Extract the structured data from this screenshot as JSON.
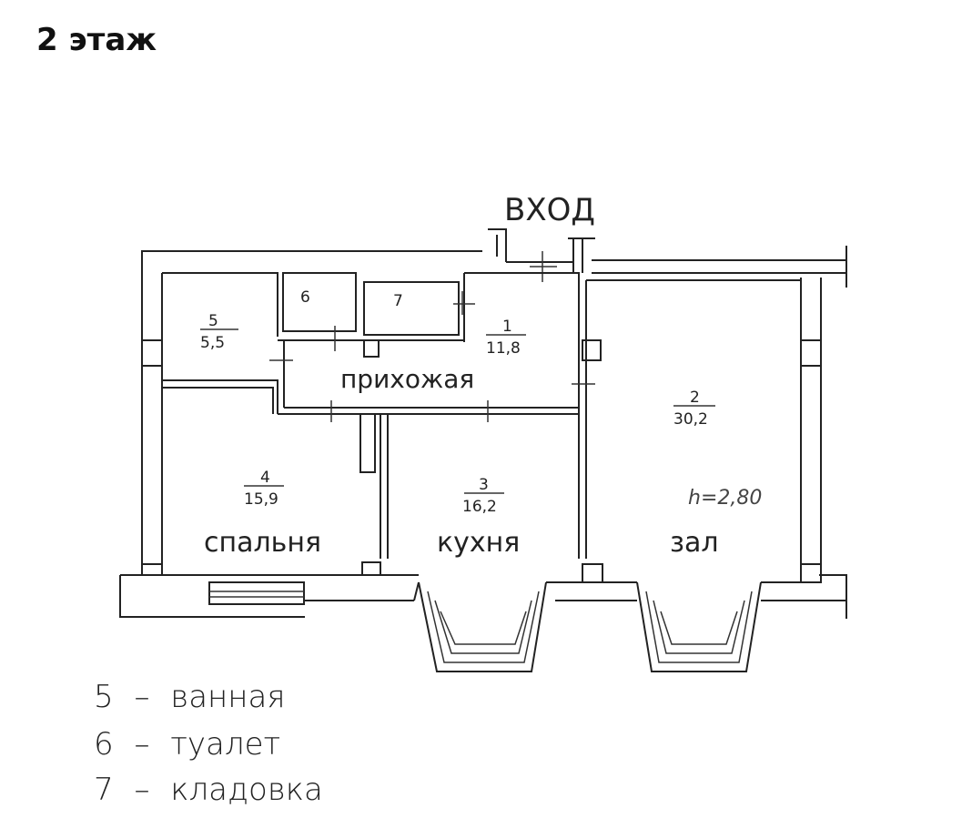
{
  "title": "2 этаж",
  "entrance_label": "ВХОД",
  "ceiling_height": "h=2,80",
  "rooms": {
    "r1": {
      "num": "1",
      "area": "11,8",
      "name": "прихожая"
    },
    "r2": {
      "num": "2",
      "area": "30,2",
      "name": "зал"
    },
    "r3": {
      "num": "3",
      "area": "16,2",
      "name": "кухня"
    },
    "r4": {
      "num": "4",
      "area": "15,9",
      "name": "спальня"
    },
    "r5": {
      "num": "5",
      "area": "5,5"
    },
    "r6": {
      "num": "6"
    },
    "r7": {
      "num": "7"
    }
  },
  "legend": [
    {
      "num": "5",
      "dash": "–",
      "text": "ванная"
    },
    {
      "num": "6",
      "dash": "–",
      "text": "туалет"
    },
    {
      "num": "7",
      "dash": "–",
      "text": "кладовка"
    }
  ]
}
